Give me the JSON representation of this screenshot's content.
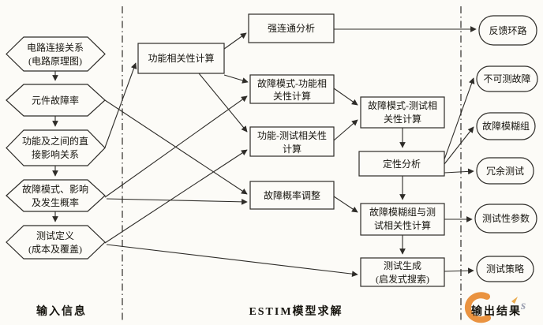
{
  "sections": {
    "input": "输入信息",
    "middle": "ESTIM模型求解",
    "output": "输出结果"
  },
  "inputs": [
    {
      "id": "circuit-connection",
      "lines": [
        "电路连接关系",
        "(电路原理图)"
      ]
    },
    {
      "id": "component-failure-rate",
      "lines": [
        "元件故障率"
      ]
    },
    {
      "id": "function-influence",
      "lines": [
        "功能及之间的直",
        "接影响关系"
      ]
    },
    {
      "id": "failure-mode-probability",
      "lines": [
        "故障模式、影响",
        "及发生概率"
      ]
    },
    {
      "id": "test-definition",
      "lines": [
        "测试定义",
        "(成本及覆盖)"
      ]
    }
  ],
  "processes": [
    {
      "id": "function-correlation",
      "lines": [
        "功能相关性计算"
      ]
    },
    {
      "id": "strong-connection-analysis",
      "lines": [
        "强连通分析"
      ]
    },
    {
      "id": "failuremode-function-corr",
      "lines": [
        "故障模式-功能相",
        "关性计算"
      ]
    },
    {
      "id": "function-test-corr",
      "lines": [
        "功能-测试相关性",
        "计算"
      ]
    },
    {
      "id": "failure-probability-adjust",
      "lines": [
        "故障概率调整"
      ]
    },
    {
      "id": "failuremode-test-corr",
      "lines": [
        "故障模式-测试相",
        "关性计算"
      ]
    },
    {
      "id": "qualitative-analysis",
      "lines": [
        "定性分析"
      ]
    },
    {
      "id": "fuzzygroup-test-corr",
      "lines": [
        "故障模糊组与测",
        "试相关性计算"
      ]
    },
    {
      "id": "test-generation",
      "lines": [
        "测试生成",
        "(启发式搜索)"
      ]
    }
  ],
  "outputs": [
    "反馈环路",
    "不可测故障",
    "故障模糊组",
    "冗余测试",
    "测试性参数",
    "测试策略"
  ],
  "watermark": {
    "tail": "s"
  },
  "colors": {
    "line": "#2e2c28",
    "paper": "#fcfbf7",
    "watermark_orange": "#e8872b",
    "watermark_gray": "#8d93a6"
  }
}
